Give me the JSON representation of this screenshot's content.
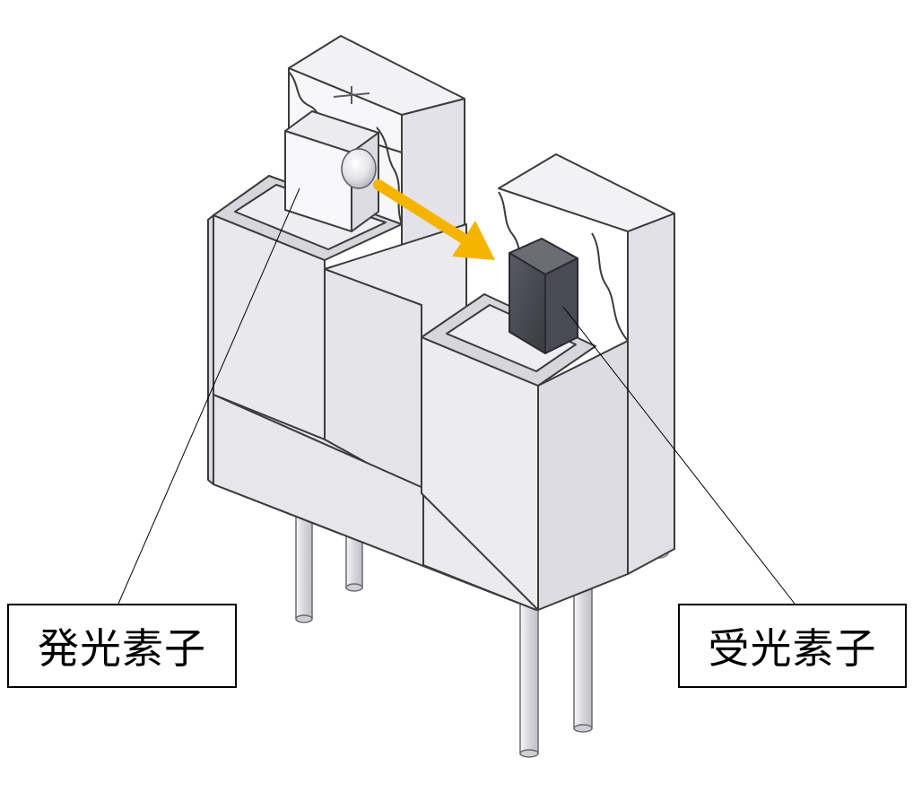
{
  "labels": {
    "emitter": "発光素子",
    "receiver": "受光素子"
  },
  "colors": {
    "housing_light": "#f4f4f6",
    "housing_mid": "#e6e6ea",
    "housing_dark": "#d2d2d8",
    "outline": "#3c3c3c",
    "receiver_element": "#4a4a52",
    "arrow": "#f5b400"
  },
  "components": [
    "slotted-housing",
    "emitter-element",
    "receiver-element",
    "light-path-arrow",
    "leads"
  ]
}
